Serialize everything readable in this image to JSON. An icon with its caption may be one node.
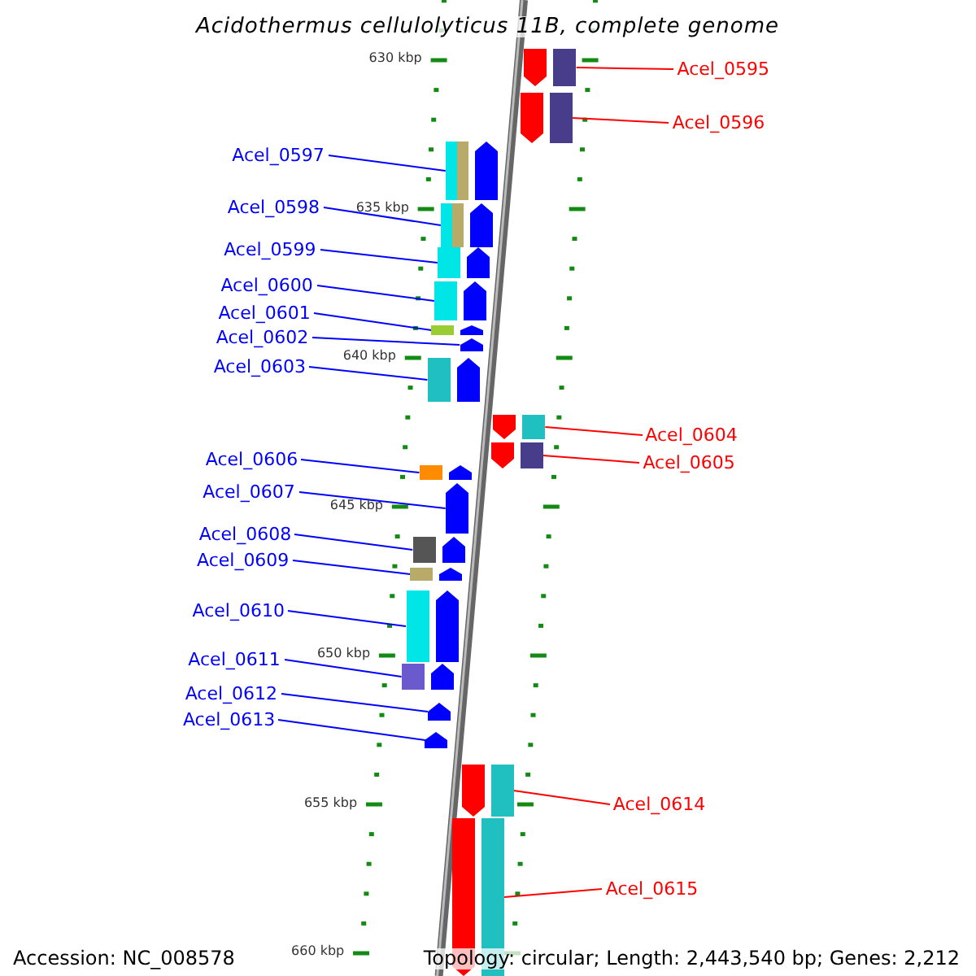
{
  "diagram": {
    "title": "Acidothermus cellulolyticus 11B, complete genome",
    "nodes": [
      {
        "text": [
          "Acel_0595"
        ]
      },
      {
        "text": [
          "Acel_0596"
        ]
      },
      {
        "text": [
          "Acel_0597"
        ]
      },
      {
        "text": [
          "Acel_0598"
        ]
      },
      {
        "text": [
          "Acel_0599"
        ]
      },
      {
        "text": [
          "Acel_0600"
        ]
      },
      {
        "text": [
          "Acel_0601"
        ]
      },
      {
        "text": [
          "Acel_0602"
        ]
      },
      {
        "text": [
          "Acel_0603"
        ]
      },
      {
        "text": [
          "Acel_0604"
        ]
      },
      {
        "text": [
          "Acel_0605"
        ]
      },
      {
        "text": [
          "Acel_0606"
        ]
      },
      {
        "text": [
          "Acel_0607"
        ]
      },
      {
        "text": [
          "Acel_0608"
        ]
      },
      {
        "text": [
          "Acel_0609"
        ]
      },
      {
        "text": [
          "Acel_0610"
        ]
      },
      {
        "text": [
          "Acel_0611"
        ]
      },
      {
        "text": [
          "Acel_0612"
        ]
      },
      {
        "text": [
          "Acel_0613"
        ]
      },
      {
        "text": [
          "Acel_0614"
        ]
      },
      {
        "text": [
          "Acel_0615"
        ]
      },
      {
        "text": [],
        "shape": "box"
      },
      {
        "text": [],
        "shape": "box"
      },
      {
        "text": [],
        "shape": "box"
      },
      {
        "text": [],
        "shape": "box"
      },
      {
        "text": [],
        "shape": "box"
      },
      {
        "text": [],
        "shape": "box"
      },
      {
        "text": [],
        "shape": "box"
      },
      {
        "text": [],
        "shape": "box"
      },
      {
        "text": [],
        "shape": "box"
      },
      {
        "text": [],
        "shape": "box"
      },
      {
        "text": [],
        "shape": "box"
      },
      {
        "text": [],
        "shape": "box"
      },
      {
        "text": [],
        "shape": "box"
      },
      {
        "text": [],
        "shape": "box"
      },
      {
        "text": [],
        "shape": "box"
      },
      {
        "text": [],
        "shape": "box"
      },
      {
        "text": [],
        "shape": "box"
      },
      {
        "text": [],
        "shape": "box"
      },
      {
        "text": [],
        "shape": "box"
      },
      {
        "text": [],
        "shape": "box"
      },
      {
        "text": [],
        "shape": "box"
      }
    ],
    "edges": [
      {
        "from": 0,
        "to": 21,
        "arrow": "none",
        "color": "#ff0000"
      },
      {
        "from": 1,
        "to": 22,
        "arrow": "none",
        "color": "#ff0000"
      },
      {
        "from": 2,
        "to": 23,
        "arrow": "none"
      },
      {
        "from": 3,
        "to": 24,
        "arrow": "none"
      },
      {
        "from": 4,
        "to": 25,
        "arrow": "none"
      },
      {
        "from": 5,
        "to": 26,
        "arrow": "none"
      },
      {
        "from": 6,
        "to": 27,
        "arrow": "none"
      },
      {
        "from": 7,
        "to": 28,
        "arrow": "none"
      },
      {
        "from": 8,
        "to": 29,
        "arrow": "none"
      },
      {
        "from": 9,
        "to": 30,
        "arrow": "none",
        "color": "#ff0000"
      },
      {
        "from": 10,
        "to": 31,
        "arrow": "none",
        "color": "#ff0000"
      },
      {
        "from": 11,
        "to": 32,
        "arrow": "none"
      },
      {
        "from": 12,
        "to": 33,
        "arrow": "none"
      },
      {
        "from": 13,
        "to": 34,
        "arrow": "none"
      },
      {
        "from": 14,
        "to": 35,
        "arrow": "none"
      },
      {
        "from": 15,
        "to": 36,
        "arrow": "none"
      },
      {
        "from": 16,
        "to": 37,
        "arrow": "none"
      },
      {
        "from": 17,
        "to": 38,
        "arrow": "none"
      },
      {
        "from": 18,
        "to": 39,
        "arrow": "none"
      },
      {
        "from": 19,
        "to": 40,
        "arrow": "none",
        "color": "#ff0000"
      },
      {
        "from": 20,
        "to": 41,
        "arrow": "none",
        "color": "#ff0000"
      }
    ],
    "labels": [
      "630 kbp",
      "635 kbp",
      "640 kbp",
      "645 kbp",
      "650 kbp",
      "655 kbp",
      "660 kbp",
      "Accession: NC_008578",
      "Topology: circular; Length: 2,443,540 bp; Genes: 2,212"
    ]
  }
}
